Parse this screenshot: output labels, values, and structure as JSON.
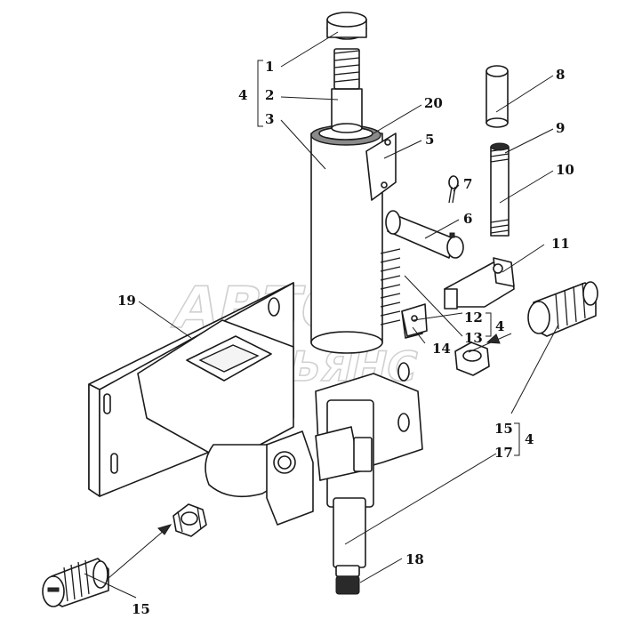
{
  "watermark": {
    "line1": "АВТО",
    "line2": "АЛЬЯНС"
  },
  "callouts": {
    "c1": "1",
    "c2": "2",
    "c3": "3",
    "c4a": "4",
    "c20": "20",
    "c5": "5",
    "c6": "6",
    "c7": "7",
    "c8": "8",
    "c9": "9",
    "c10": "10",
    "c11": "11",
    "c12": "12",
    "c13": "13",
    "c4b": "4",
    "c14": "14",
    "c19": "19",
    "c15a": "15",
    "c17": "17",
    "c4c": "4",
    "c18": "18",
    "c15b": "15"
  },
  "colors": {
    "line": "#1a1a1a",
    "ring": "#8a8a8a",
    "watermark": "#c8c8c8"
  }
}
